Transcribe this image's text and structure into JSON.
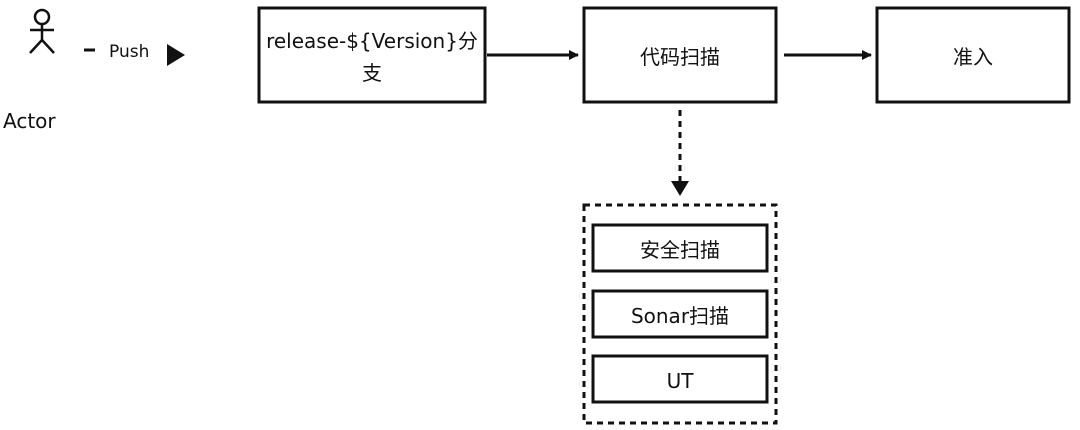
{
  "actor": {
    "label": "Actor",
    "push_label": "Push"
  },
  "nodes": {
    "release_branch": {
      "label_line1": "release-${Version}分",
      "label_line2": "支"
    },
    "code_scan": {
      "label": "代码扫描"
    },
    "admission": {
      "label": "准入"
    }
  },
  "scan_group": {
    "items": [
      {
        "label": "安全扫描"
      },
      {
        "label": "Sonar扫描"
      },
      {
        "label": "UT"
      }
    ]
  }
}
